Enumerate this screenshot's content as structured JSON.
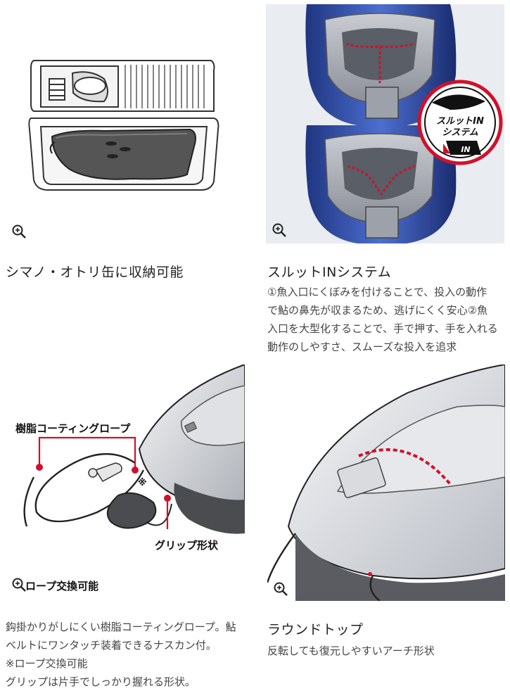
{
  "cells": [
    {
      "title": "シマノ・オトリ缶に収納可能",
      "description": []
    },
    {
      "title": "スルットINシステム",
      "description": [
        "①魚入口にくぼみを付けることで、投入の動作",
        "で鮎の鼻先が収まるため、逃げにくく安心②魚",
        "入口を大型化することで、手で押す、手を入れる",
        "動作のしやすさ、スムーズな投入を追求"
      ],
      "badge": {
        "line1": "スルットIN",
        "line2": "システム",
        "line3": "IN"
      }
    },
    {
      "title": "",
      "description": [
        "鈎掛かりがしにくい樹脂コーティングロープ。鮎",
        "ベルトにワンタッチ装着できるナスカン付。",
        "※ロープ交換可能",
        "グリップは片手でしっかり握れる形状。"
      ],
      "callouts": {
        "rope": "樹脂コーティングロープ",
        "grip": "グリップ形状",
        "note_mark": "※",
        "rope_replace": "ロープ交換可能"
      }
    },
    {
      "title": "ラウンドトップ",
      "description": [
        "反転しても復元しやすいアーチ形状"
      ]
    }
  ],
  "icons": {
    "zoom": "zoom-in-icon"
  },
  "colors": {
    "accent_red": "#d0112b",
    "blue_body": "#3350a8",
    "text": "#222222"
  }
}
